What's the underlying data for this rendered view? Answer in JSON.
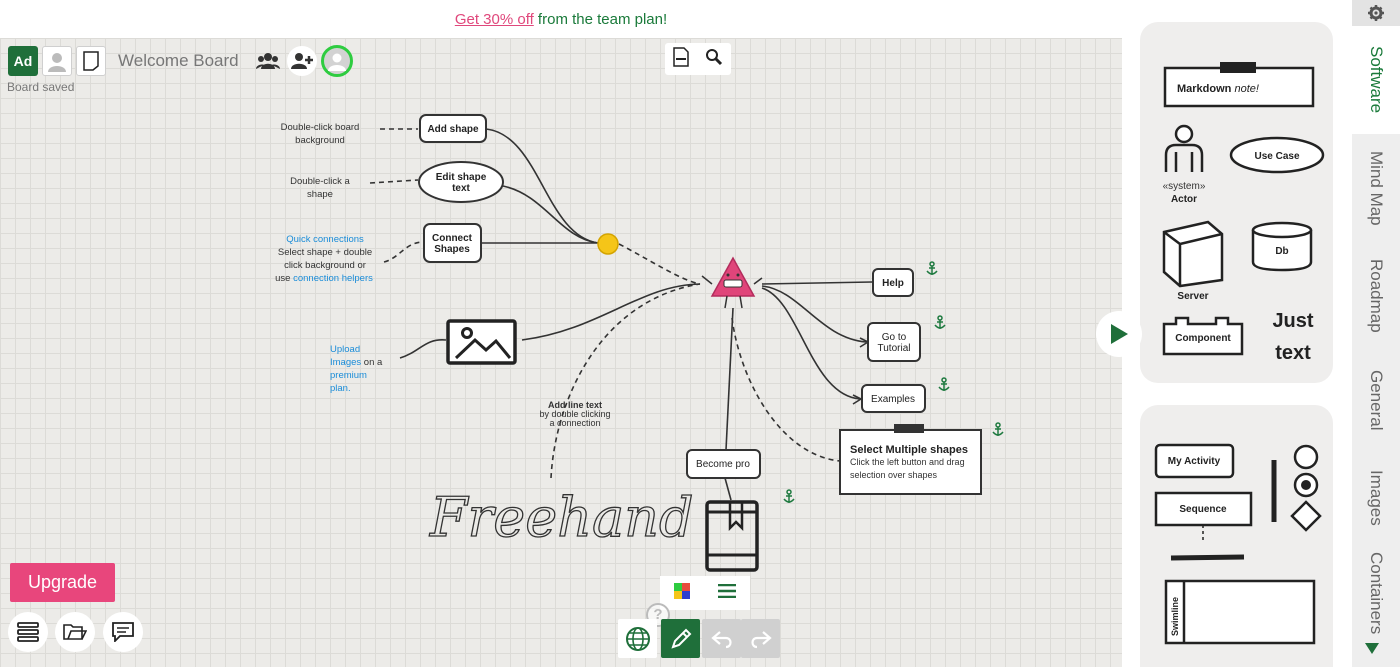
{
  "banner": {
    "promo_link": "Get 30% off",
    "rest": " from the team plan!"
  },
  "header": {
    "ad_badge": "Ad",
    "board_title": "Welcome Board",
    "status": "Board saved"
  },
  "board": {
    "shapes": {
      "add_shape": "Add shape",
      "edit_shape_1": "Edit shape",
      "edit_shape_2": "text",
      "connect_1": "Connect",
      "connect_2": "Shapes",
      "help": "Help",
      "go_to_1": "Go to",
      "go_to_2": "Tutorial",
      "examples": "Examples",
      "become_pro": "Become pro",
      "select_multiple_title": "Select Multiple shapes",
      "select_multiple_1": "Click the left button and drag",
      "select_multiple_2": "selection over shapes"
    },
    "notes": {
      "dblclick_board_1": "Double-click board",
      "dblclick_board_2": "background",
      "dblclick_shape_1": "Double-click a",
      "dblclick_shape_2": "shape",
      "quick_conn": "Quick connections",
      "quick_1": "Select shape + double",
      "quick_2": "click background or",
      "quick_3_a": "use ",
      "quick_3_b": "connection helpers",
      "upload_1": "Upload",
      "upload_2a": "Images",
      "upload_2b": " on a",
      "upload_3": "premium",
      "upload_4": "plan.",
      "line_text_1": "Add line text",
      "line_text_2": "by double clicking",
      "line_text_3": "a connection",
      "freehand": "Freehand"
    }
  },
  "bottom": {
    "upgrade_label": "Upgrade",
    "help_glyph": "?"
  },
  "palette_software": {
    "markdown_bold": "Markdown",
    "markdown_italic": "note!",
    "actor_stereotype": "«system»",
    "actor": "Actor",
    "use_case": "Use Case",
    "server": "Server",
    "db": "Db",
    "component": "Component",
    "just_text_1": "Just",
    "just_text_2": "text"
  },
  "palette_activity": {
    "my_activity": "My Activity",
    "sequence": "Sequence",
    "swimline": "Swimline"
  },
  "tabs": [
    "Software",
    "Mind Map",
    "Roadmap",
    "General",
    "Images",
    "Containers"
  ],
  "colors": {
    "accent_green": "#1f6f3a",
    "upgrade_pink": "#e8467c",
    "link_blue": "#1a8cd8",
    "hub_yellow": "#f5c518",
    "mascot_pink": "#e0457a"
  },
  "icons": [
    "gear-icon",
    "people-icon",
    "add-user-icon",
    "doc-icon",
    "search-icon",
    "layers-icon",
    "folder-icon",
    "comment-icon",
    "globe-icon",
    "pencil-icon",
    "undo-icon",
    "redo-icon",
    "play-icon",
    "anchor-icon",
    "image-icon",
    "book-icon",
    "color-grid-icon",
    "menu-icon"
  ]
}
